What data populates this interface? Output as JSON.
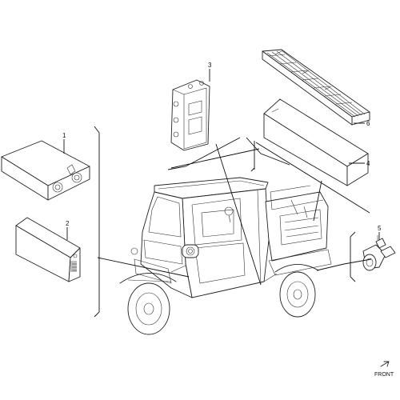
{
  "callouts": [
    {
      "id": "1",
      "label": "1"
    },
    {
      "id": "2",
      "label": "2"
    },
    {
      "id": "3",
      "label": "3"
    },
    {
      "id": "4",
      "label": "4"
    },
    {
      "id": "5",
      "label": "5"
    },
    {
      "id": "6",
      "label": "6"
    }
  ],
  "front_label": "FRONT"
}
